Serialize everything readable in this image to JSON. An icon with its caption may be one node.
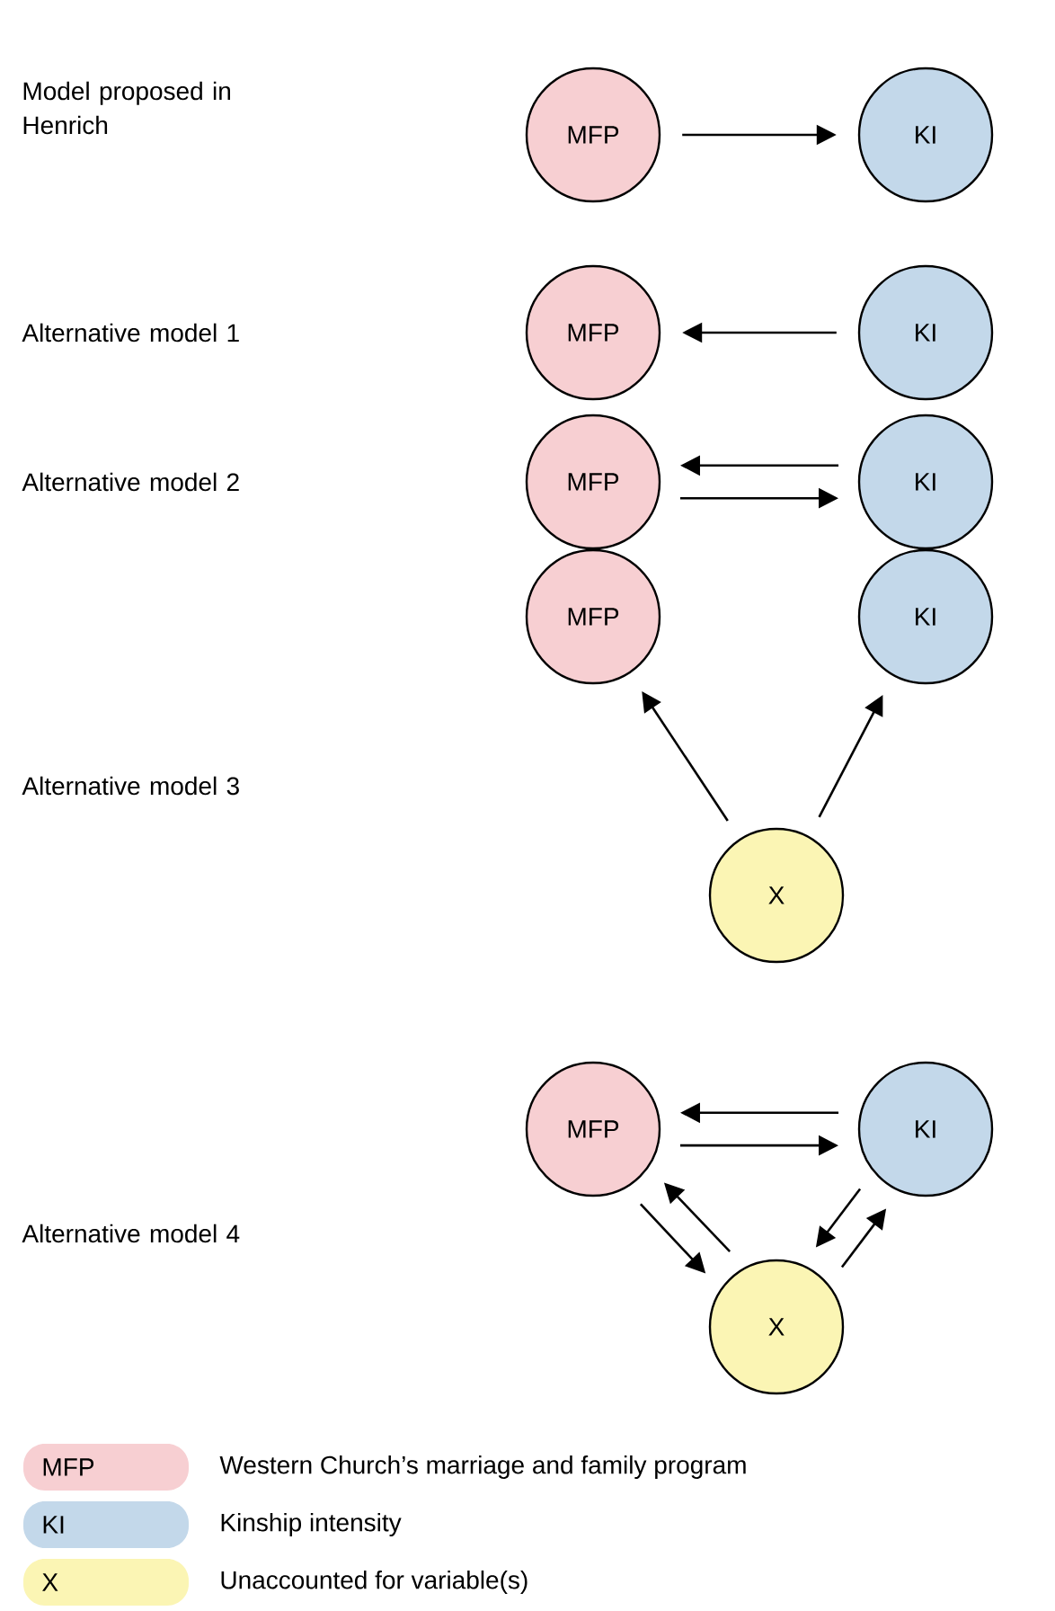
{
  "diagram": {
    "nodes": [
      {
        "text": [
          "MFP"
        ]
      },
      {
        "text": [
          "KI"
        ]
      },
      {
        "text": [
          "MFP"
        ]
      },
      {
        "text": [
          "KI"
        ]
      },
      {
        "text": [
          "MFP"
        ]
      },
      {
        "text": [
          "KI"
        ]
      },
      {
        "text": [
          "MFP"
        ]
      },
      {
        "text": [
          "KI"
        ]
      },
      {
        "text": [
          "X"
        ]
      },
      {
        "text": [
          "MFP"
        ]
      },
      {
        "text": [
          "KI"
        ]
      },
      {
        "text": [
          "X"
        ]
      }
    ],
    "edges": [
      {
        "from": 0,
        "to": 1,
        "arrow": "to"
      },
      {
        "from": 3,
        "to": 2,
        "arrow": "to"
      },
      {
        "from": 5,
        "to": 4,
        "arrow": "to"
      },
      {
        "from": 4,
        "to": 5,
        "arrow": "to"
      },
      {
        "from": 8,
        "to": 6,
        "arrow": "to"
      },
      {
        "from": 8,
        "to": 7,
        "arrow": "to"
      },
      {
        "from": 10,
        "to": 9,
        "arrow": "to"
      },
      {
        "from": 9,
        "to": 10,
        "arrow": "to"
      },
      {
        "from": 9,
        "to": 11,
        "arrow": "to"
      },
      {
        "from": 11,
        "to": 9,
        "arrow": "to"
      },
      {
        "from": 10,
        "to": 11,
        "arrow": "to"
      },
      {
        "from": 11,
        "to": 10,
        "arrow": "to"
      }
    ],
    "labels": [
      "Model proposed in Henrich",
      "Alternative model 1",
      "Alternative model 2",
      "Alternative model 3",
      "Alternative model 4",
      "MFP",
      "KI",
      "X"
    ],
    "legend": [
      {
        "text": "Western Church’s marriage and family program",
        "color": "#f7cfd2"
      },
      {
        "text": "Kinship intensity",
        "color": "#c3d8ea"
      },
      {
        "text": "Unaccounted for variable(s)",
        "color": "#fbf5b4"
      }
    ]
  }
}
